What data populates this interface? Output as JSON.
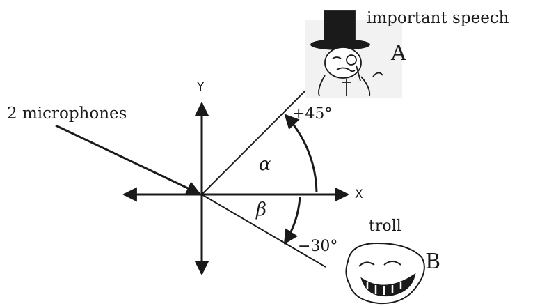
{
  "labels": {
    "important_speech": "important speech",
    "a": "A",
    "microphones": "2 microphones",
    "y_axis": "Y",
    "x_axis": "X",
    "plus_angle": "+45°",
    "alpha": "α",
    "beta": "β",
    "minus_angle": "−30°",
    "troll": "troll",
    "b": "B"
  },
  "angles_deg": {
    "alpha": 45,
    "beta": -30
  },
  "icons": {
    "speaker_a": "monocle-gentleman-face-icon",
    "speaker_b": "troll-face-icon"
  },
  "colors": {
    "ink": "#1a1a1a"
  }
}
